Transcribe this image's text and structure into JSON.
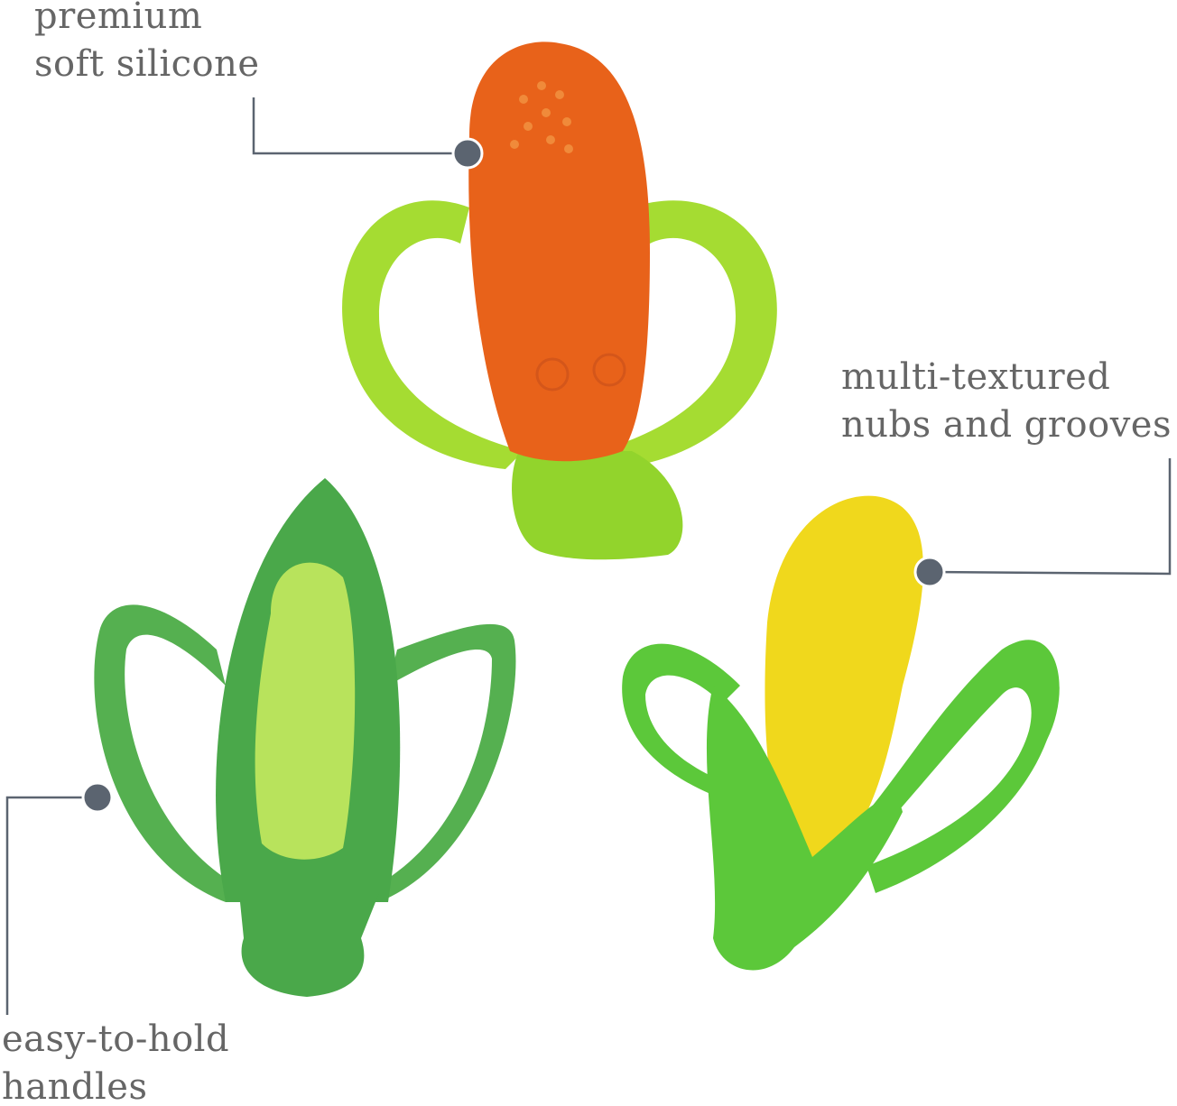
{
  "callouts": {
    "silicone": {
      "line1": "premium",
      "line2": "soft silicone"
    },
    "texture": {
      "line1": "multi-textured",
      "line2": "nubs and grooves"
    },
    "handles": {
      "line1": "easy-to-hold",
      "line2": "handles"
    }
  },
  "colors": {
    "text": "#666666",
    "callout_line": "#5b6470",
    "carrot": "#e8621a",
    "lime_handle": "#9ed92b",
    "pea_pod": "#4caf50",
    "pea": "#b5e35a",
    "corn": "#f0d81c",
    "corn_husk": "#5cc83a"
  }
}
